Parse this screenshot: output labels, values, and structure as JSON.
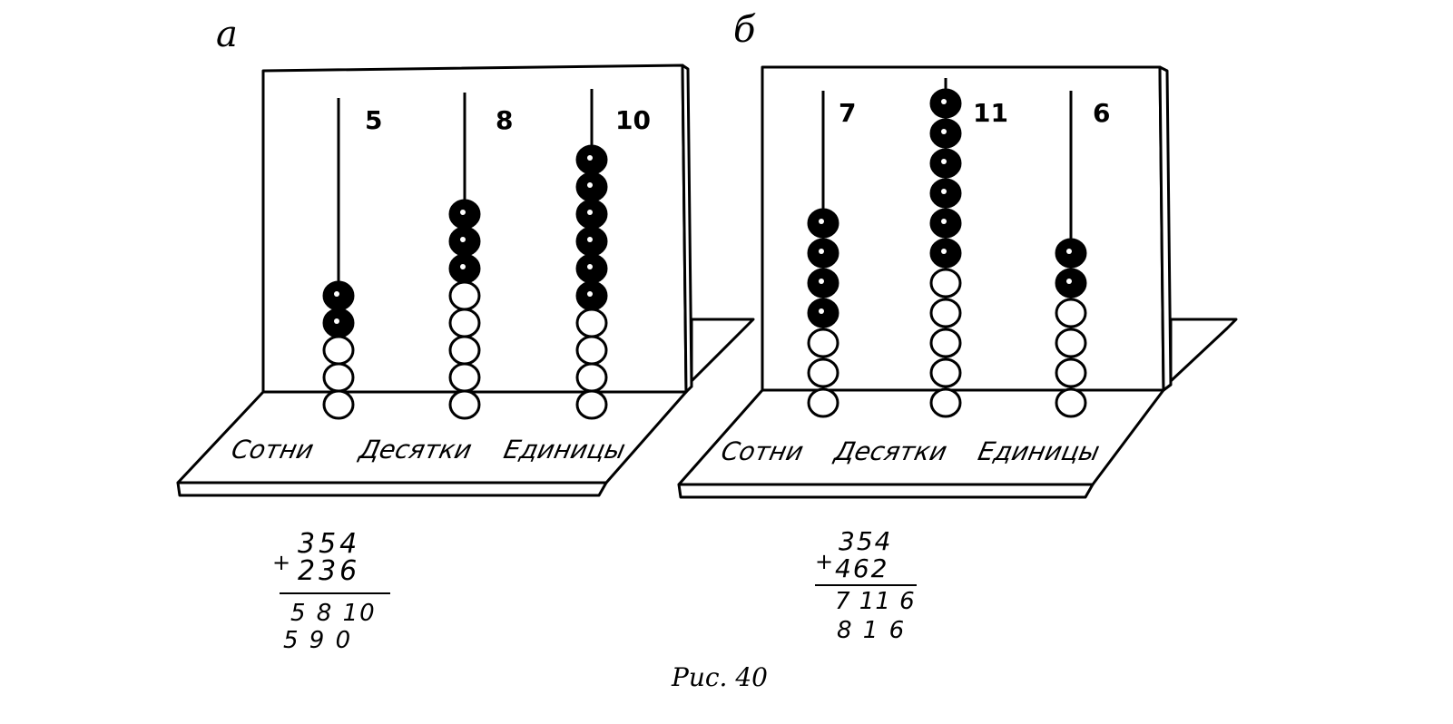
{
  "figure_caption": "Рис. 40",
  "panels": [
    {
      "letter": "а",
      "place_labels": [
        "Сотни",
        "Десятки",
        "Единицы"
      ],
      "rods": [
        {
          "count_label": "5",
          "black_beads": 2,
          "white_beads": 3
        },
        {
          "count_label": "8",
          "black_beads": 3,
          "white_beads": 5
        },
        {
          "count_label": "10",
          "black_beads": 6,
          "white_beads": 4
        }
      ],
      "calculation": {
        "plus": "+",
        "line1": "354",
        "line2": "236",
        "partial": "5 8 10",
        "result": "5 9 0"
      }
    },
    {
      "letter": "б",
      "place_labels": [
        "Сотни",
        "Десятки",
        "Единицы"
      ],
      "rods": [
        {
          "count_label": "7",
          "black_beads": 4,
          "white_beads": 3
        },
        {
          "count_label": "11",
          "black_beads": 6,
          "white_beads": 5
        },
        {
          "count_label": "6",
          "black_beads": 2,
          "white_beads": 4
        }
      ],
      "calculation": {
        "plus": "+",
        "line1": "354",
        "line2": "462",
        "partial": "7 11 6",
        "result": "8 1 6"
      }
    }
  ],
  "colors": {
    "ink": "#000000",
    "paper": "#ffffff"
  }
}
